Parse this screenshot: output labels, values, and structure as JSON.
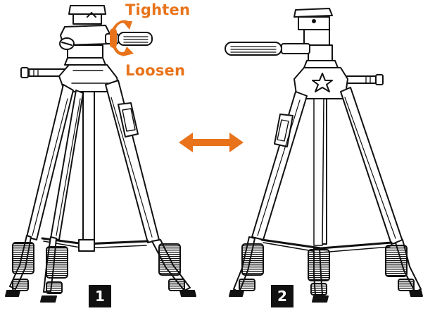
{
  "labels": {
    "tighten": "Tighten",
    "loosen": "Loosen"
  },
  "steps": [
    "1",
    "2"
  ],
  "colors": {
    "accent": "#e8731a",
    "ink": "#111111",
    "paper": "#ffffff"
  },
  "icons": {
    "rotate": "rotate-arrow-icon",
    "swap": "double-arrow-icon"
  }
}
